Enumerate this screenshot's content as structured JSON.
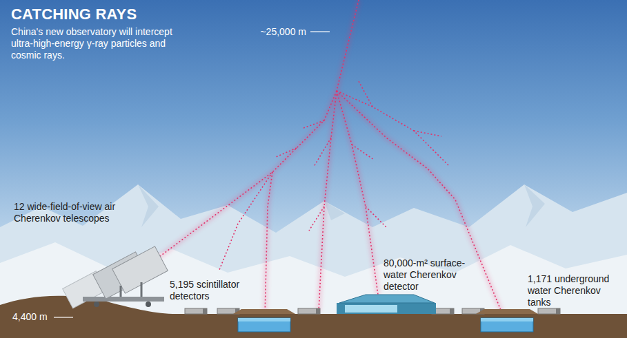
{
  "diagram": {
    "title": "CATCHING RAYS",
    "caption": "China's new observatory will intercept ultra-high-energy γ-ray particles and cosmic rays.",
    "labels": [
      "~25,000 m",
      "12 wide-field-of-view air Cherenkov telescopes",
      "80,000-m² surface-water Cherenkov detector",
      "1,171 underground water Cherenkov tanks",
      "5,195 scintillator detectors",
      "4,400 m"
    ]
  }
}
